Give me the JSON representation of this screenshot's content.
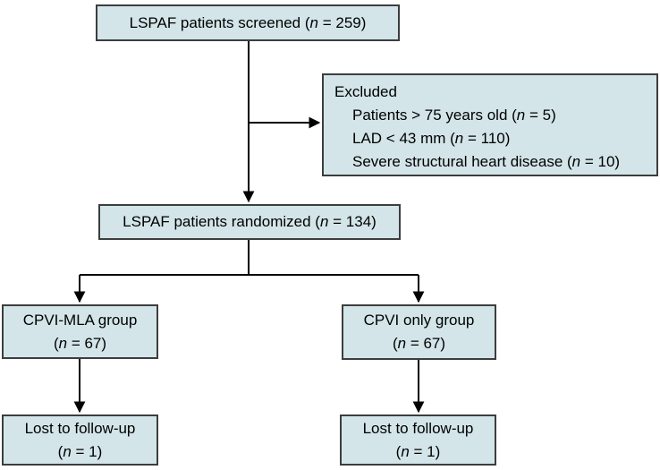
{
  "colors": {
    "box_fill": "#d3e5e9",
    "box_border": "#3d3d3d",
    "line": "#000000",
    "text": "#000000",
    "background": "#ffffff"
  },
  "boxes": {
    "screened": {
      "pre": "LSPAF patients screened (",
      "n": "n",
      "post": " = 259)"
    },
    "excluded": {
      "title": "Excluded",
      "items": [
        {
          "pre": "Patients > 75 years old (",
          "n": "n",
          "post": " = 5)"
        },
        {
          "pre": "LAD < 43 mm (",
          "n": "n",
          "post": " = 110)"
        },
        {
          "pre": "Severe structural heart disease (",
          "n": "n",
          "post": " = 10)"
        }
      ]
    },
    "randomized": {
      "pre": "LSPAF patients randomized (",
      "n": "n",
      "post": " = 134)"
    },
    "cpvi_mla": {
      "line1": "CPVI-MLA group",
      "pre": "(",
      "n": "n",
      "post": " = 67)"
    },
    "cpvi_only": {
      "line1": "CPVI only group",
      "pre": "(",
      "n": "n",
      "post": " = 67)"
    },
    "lost_left": {
      "line1": "Lost to follow-up",
      "pre": "(",
      "n": "n",
      "post": " = 1)"
    },
    "lost_right": {
      "line1": "Lost to follow-up",
      "pre": "(",
      "n": "n",
      "post": " = 1)"
    }
  }
}
